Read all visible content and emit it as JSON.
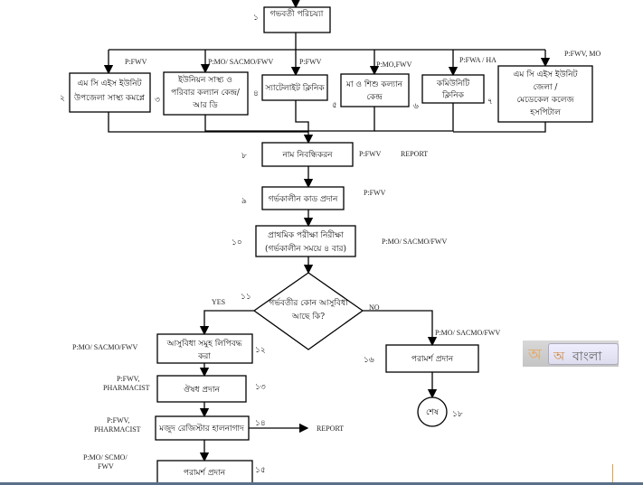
{
  "nodes": {
    "n1": {
      "num": "১",
      "text": "গভবতী পরিচয্যা"
    },
    "n2": {
      "num": "২",
      "lines": [
        "এম সি এইস ইউনিট",
        "উপজেলা সাস্থ্য কমপ্লে"
      ],
      "role": "P:FWV"
    },
    "n3": {
      "num": "৩",
      "lines": [
        "ইউনিয়ন  সাস্থ্য ও",
        "পরিবার কল্যান কেন্দ্র/",
        "আর ডি"
      ],
      "role": "P:MO/ SACMO/FWV"
    },
    "n4": {
      "num": "৪",
      "text": "স্যাটেলাইট ক্লিনিক",
      "role": "P:FWV"
    },
    "n5": {
      "num": "৫",
      "lines": [
        "মা ও শিশু কল্যান",
        "কেন্দ্র"
      ],
      "role": "P:MO,FWV"
    },
    "n6": {
      "num": "৬",
      "lines": [
        "কমিউনিটি",
        "ক্লিনিক"
      ],
      "role": "P:FWA / HA"
    },
    "n7": {
      "num": "৭",
      "lines": [
        "এম সি এইস ইউনিট",
        "জেলা /",
        "মেডেকেল কলেজ",
        "হসপিটাল"
      ],
      "role": "P:FWV, MO"
    },
    "n8": {
      "num": "৮",
      "text": "নাম নিবন্ধিকরন",
      "role": "P:FWV",
      "report": "REPORT"
    },
    "n9": {
      "num": "৯",
      "text": "গর্ভকালীন কাড প্রদান",
      "role": "P:FWV"
    },
    "n10": {
      "num": "১০",
      "lines": [
        "প্রাথমিক পরীক্ষা নিরীক্ষা",
        "(গর্ভকালীন সময়ে ৪ বার)"
      ],
      "role": "P:MO/ SACMO/FWV"
    },
    "n11": {
      "num": "১১",
      "lines": [
        "গর্ভবতীর কোন আসুবিধা",
        "আছে কি?"
      ],
      "yes": "YES",
      "no": "NO"
    },
    "n12": {
      "num": "১২",
      "lines": [
        "আসুবিধা সমুহ লিপিবদ্ধ",
        "করা"
      ],
      "role": "P:MO/ SACMO/FWV"
    },
    "n13": {
      "num": "১৩",
      "text": "ঔষধ প্রদান",
      "role": [
        "P:FWV,",
        "PHARMACIST"
      ]
    },
    "n14": {
      "num": "১৪",
      "text": "মজুদ রেজিস্টার হালনাগাদ",
      "role": [
        "P:FWV,",
        "PHARMACIST"
      ],
      "report": "REPORT"
    },
    "n15": {
      "num": "১৫",
      "text": "পরামর্শ প্রদান",
      "role": [
        "P:MO/ SCMO/",
        "FWV"
      ]
    },
    "n16": {
      "num": "১৬",
      "text": "পরামর্শ প্রদান",
      "role": "P:MO/ SACMO/FWV"
    },
    "n18": {
      "num": "১৮",
      "text": "শেষ"
    }
  },
  "ime_toolbar": {
    "icon": "অ",
    "button_icon": "অ",
    "language": "বাংলা"
  }
}
